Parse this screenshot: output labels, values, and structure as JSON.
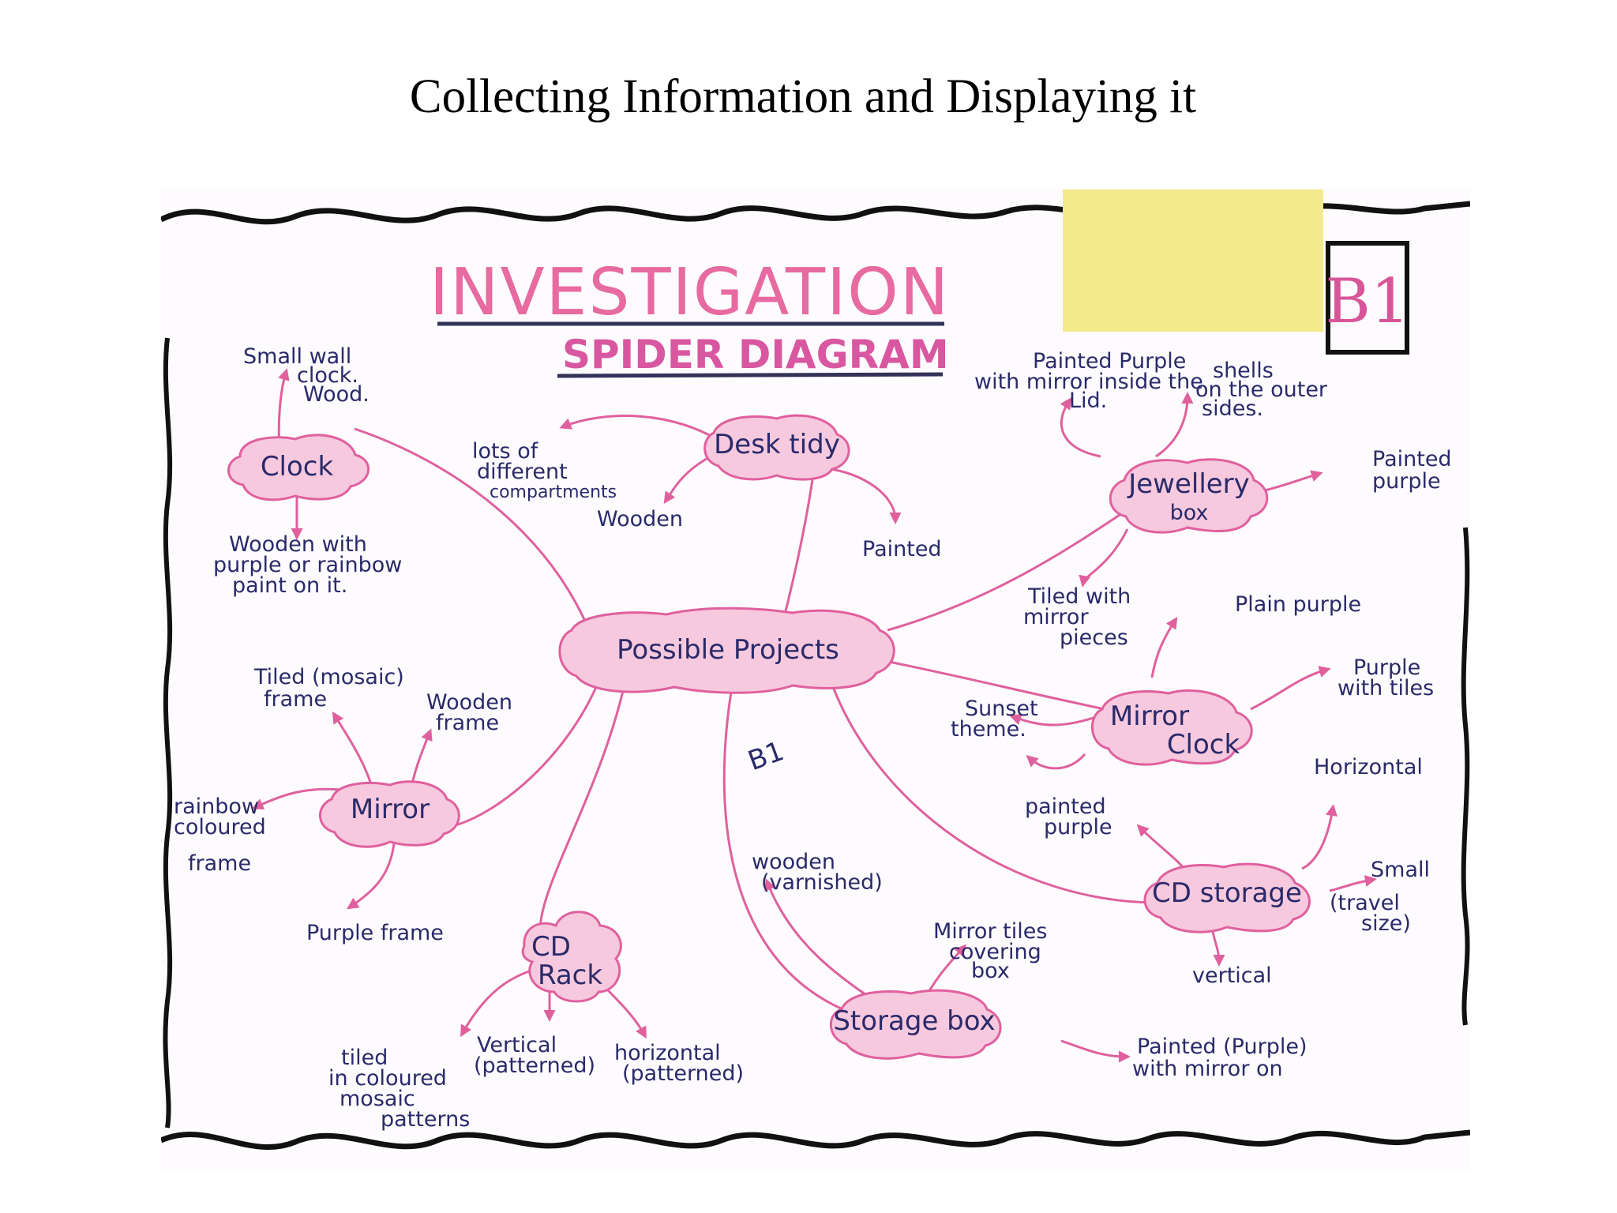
{
  "slide": {
    "title": "Collecting Information and Displaying it"
  },
  "sheet": {
    "heading": "INVESTIGATION",
    "subheading": "SPIDER DIAGRAM",
    "badge": "B1",
    "center_mark": "B1",
    "sticky_note_color": "#f3ea8c",
    "ink_color": "#e0609e",
    "cloud_fill": "#f6c9de"
  },
  "nodes": {
    "center": "Possible Projects",
    "clock": "Clock",
    "desk_tidy": "Desk tidy",
    "jewellery": [
      "Jewellery",
      "box"
    ],
    "mirror_clock": [
      "Mirror",
      "Clock"
    ],
    "mirror": "Mirror",
    "cd_rack": [
      "CD",
      "Rack"
    ],
    "storage_box": "Storage box",
    "cd_storage": "CD storage"
  },
  "leaves": {
    "clock_small": [
      "Small wall",
      "clock.",
      "Wood."
    ],
    "clock_wooden": [
      "Wooden with",
      "purple or rainbow",
      "paint on it."
    ],
    "desk_lots": [
      "lots of",
      "different",
      "compartments"
    ],
    "desk_wooden": "Wooden",
    "desk_painted": "Painted",
    "jewel_painted_mirror": [
      "Painted Purple",
      "with mirror inside the",
      "Lid."
    ],
    "jewel_shells": [
      "shells",
      "on the outer",
      "sides."
    ],
    "jewel_painted_purple": [
      "Painted",
      "purple"
    ],
    "jewel_tiled": [
      "Tiled with",
      "mirror",
      "pieces"
    ],
    "mclock_plain": "Plain purple",
    "mclock_tiles": [
      "Purple",
      "with tiles"
    ],
    "mclock_sunset": [
      "Sunset",
      "theme."
    ],
    "mirror_tiled": [
      "Tiled (mosaic)",
      "frame"
    ],
    "mirror_wooden": [
      "Wooden",
      "frame"
    ],
    "mirror_rainbow": [
      "rainbow",
      "coloured",
      "frame"
    ],
    "mirror_purple": "Purple frame",
    "rack_tiled": [
      "tiled",
      "in coloured",
      "mosaic",
      "patterns"
    ],
    "rack_vertical": [
      "Vertical",
      "(patterned)"
    ],
    "rack_horizontal": [
      "horizontal",
      "(patterned)"
    ],
    "sbox_wooden": [
      "wooden",
      "(varnished)"
    ],
    "sbox_mirror": [
      "Mirror tiles",
      "covering",
      "box"
    ],
    "sbox_painted": [
      "Painted (Purple)",
      "with mirror on"
    ],
    "cds_painted": [
      "painted",
      "purple"
    ],
    "cds_horizontal": "Horizontal",
    "cds_small": "Small",
    "cds_travel": [
      "(travel",
      "size)"
    ],
    "cds_vertical": "vertical"
  }
}
